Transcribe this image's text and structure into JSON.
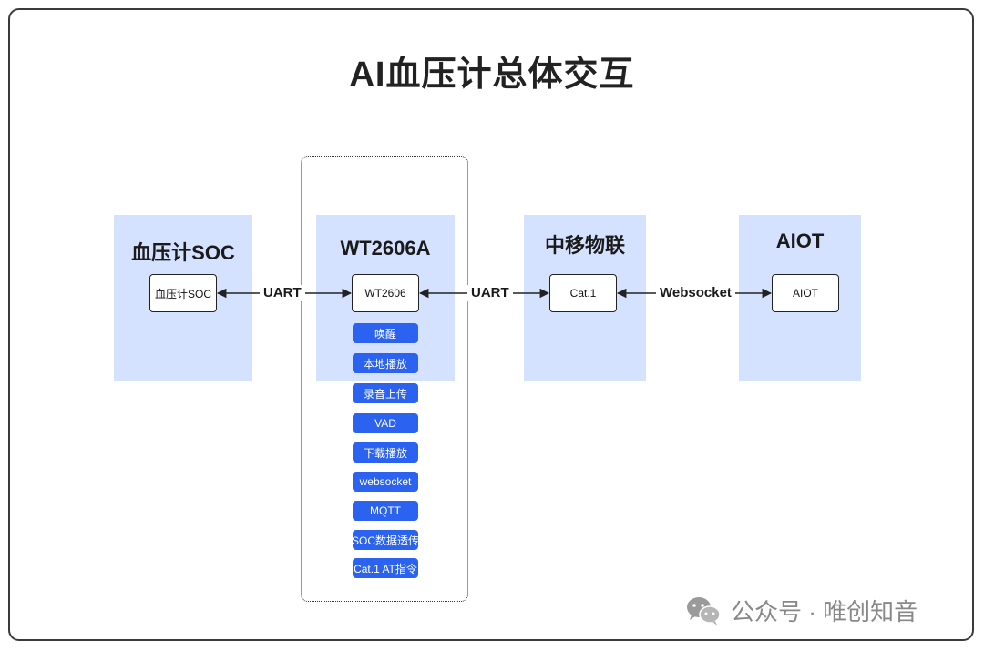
{
  "title": "AI血压计总体交互",
  "panels": [
    {
      "title": "血压计SOC",
      "node": "血压计SOC"
    },
    {
      "title": "WT2606A",
      "node": "WT2606"
    },
    {
      "title": "中移物联",
      "node": "Cat.1"
    },
    {
      "title": "AIOT",
      "node": "AIOT"
    }
  ],
  "features": [
    "唤醒",
    "本地播放",
    "录音上传",
    "VAD",
    "下载播放",
    "websocket",
    "MQTT",
    "SOC数据透传",
    "Cat.1 AT指令"
  ],
  "links": [
    {
      "label": "UART"
    },
    {
      "label": "UART"
    },
    {
      "label": "Websocket"
    }
  ],
  "watermark": {
    "text": "公众号 · 唯创知音",
    "icon": "wechat-icon"
  },
  "colors": {
    "panel": "#d5e2ff",
    "feature": "#2b63f0"
  }
}
